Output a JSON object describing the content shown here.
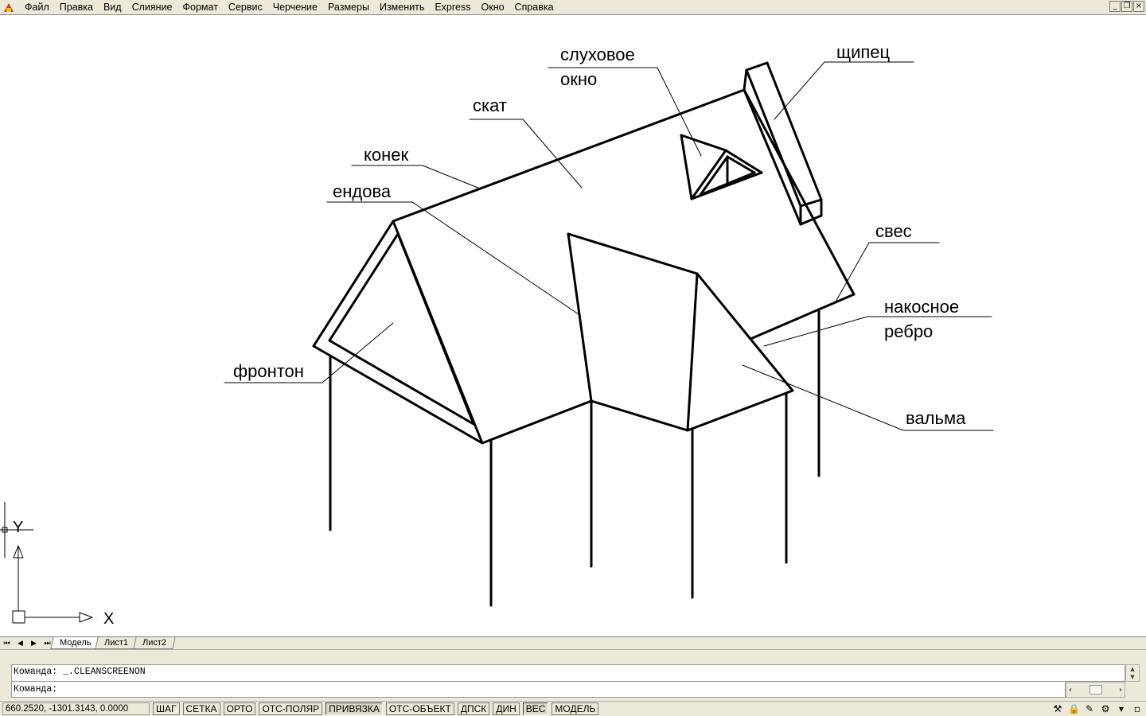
{
  "menu": {
    "items": [
      "Файл",
      "Правка",
      "Вид",
      "Слияние",
      "Формат",
      "Сервис",
      "Черчение",
      "Размеры",
      "Изменить",
      "Express",
      "Окно",
      "Справка"
    ]
  },
  "window_controls": {
    "minimize": "_",
    "restore": "❐",
    "close": "×"
  },
  "drawing": {
    "labels": {
      "sluhovoe_line1": "слуховое",
      "sluhovoe_line2": "окно",
      "shchipets": "щипец",
      "skat": "скат",
      "konek": "конек",
      "endova": "ендова",
      "sves": "свес",
      "nakosnoe_line1": "накосное",
      "nakosnoe_line2": "ребро",
      "fronton": "фронтон",
      "valma": "вальма"
    },
    "ucs": {
      "x_label": "X",
      "y_label": "Y"
    }
  },
  "tabs": {
    "nav_first": "⏮",
    "nav_prev": "◀",
    "nav_next": "▶",
    "nav_last": "⏭",
    "items": [
      "Модель",
      "Лист1",
      "Лист2"
    ],
    "active": "Модель"
  },
  "command": {
    "history": "Команда:  _.CLEANSCREENON",
    "prompt": "Команда:",
    "input_value": ""
  },
  "status": {
    "coordinates": "660.2520, -1301.3143, 0.0000",
    "toggles": [
      "ШАГ",
      "СЕТКА",
      "ОРТО",
      "ОТС-ПОЛЯР",
      "ПРИВЯЗКА",
      "ОТС-ОБЪЕКТ",
      "ДПСК",
      "ДИН",
      "ВЕС",
      "МОДЕЛЬ"
    ],
    "toggles_on": [
      "ПРИВЯЗКА",
      "ВЕС"
    ]
  }
}
